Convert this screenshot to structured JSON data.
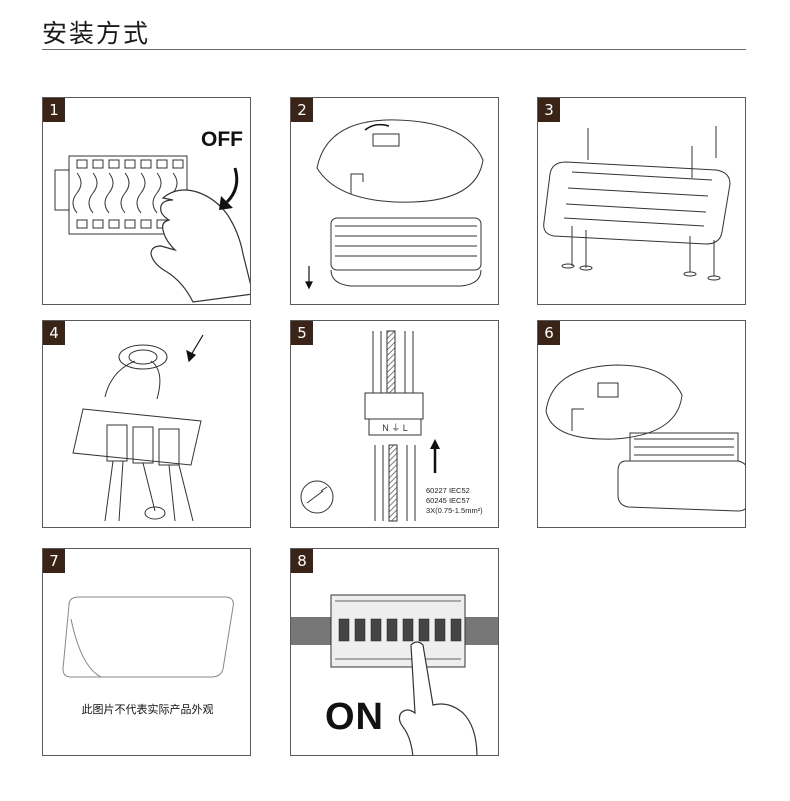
{
  "page": {
    "title": "安装方式"
  },
  "steps": [
    {
      "number": "1",
      "label": "OFF"
    },
    {
      "number": "2"
    },
    {
      "number": "3"
    },
    {
      "number": "4"
    },
    {
      "number": "5",
      "spec_lines": [
        "60227 IEC52",
        "60245 IEC57",
        "3X(0.75-1.5mm²)"
      ],
      "terminal_marks": "N ⏚ L"
    },
    {
      "number": "6"
    },
    {
      "number": "7",
      "caption": "此图片不代表实际产品外观"
    },
    {
      "number": "8",
      "label": "ON"
    }
  ],
  "colors": {
    "badge": "#3a2418",
    "border": "#5a5a5a",
    "line": "#333333"
  },
  "icons": [
    "down-arrow-icon",
    "up-arrow-icon",
    "screwdriver-icon",
    "hand-icon",
    "rotate-arrow-icon"
  ]
}
